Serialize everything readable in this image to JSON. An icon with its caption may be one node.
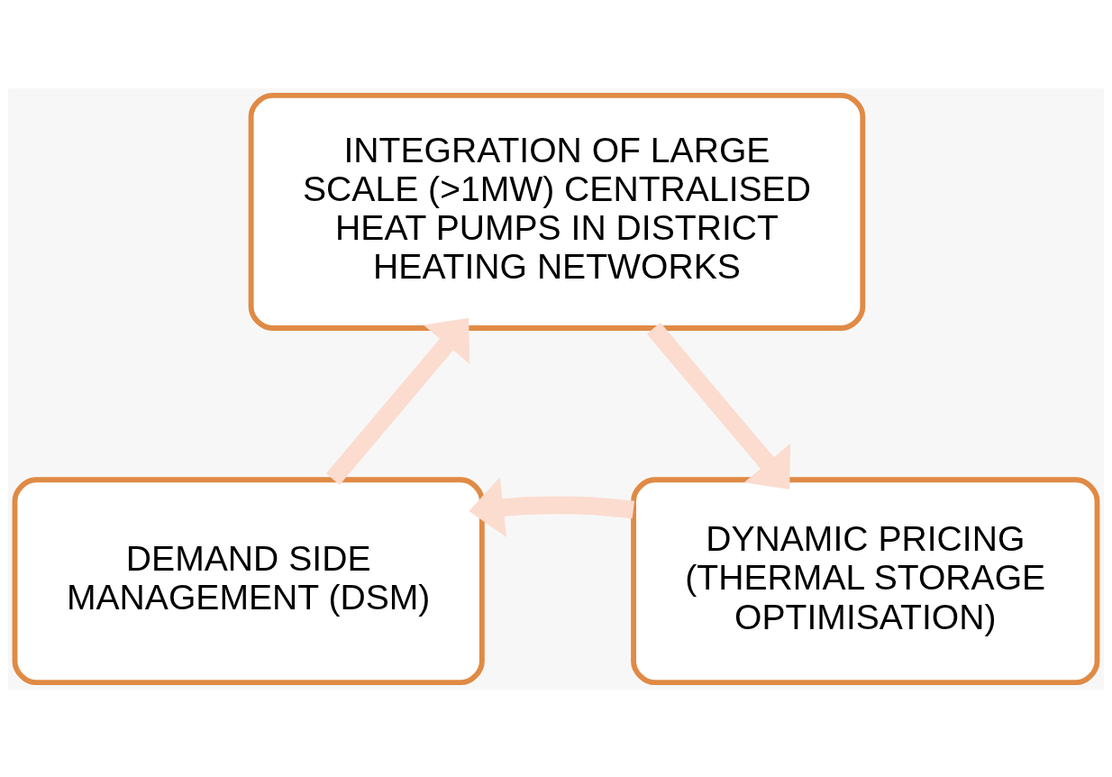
{
  "diagram": {
    "nodes": [
      {
        "text": [
          "INTEGRATION OF LARGE SCALE (>1MW) CENTRALISED HEAT PUMPS IN DISTRICT HEATING NETWORKS"
        ]
      },
      {
        "text": [
          "DEMAND SIDE MANAGEMENT (DSM)"
        ]
      },
      {
        "text": [
          "DYNAMIC PRICING (THERMAL STORAGE OPTIMISATION)"
        ]
      }
    ],
    "edges": [
      {
        "from": 0,
        "to": 2,
        "arrow": "to"
      },
      {
        "from": 2,
        "to": 1,
        "arrow": "to"
      },
      {
        "from": 1,
        "to": 0,
        "arrow": "to"
      }
    ]
  }
}
